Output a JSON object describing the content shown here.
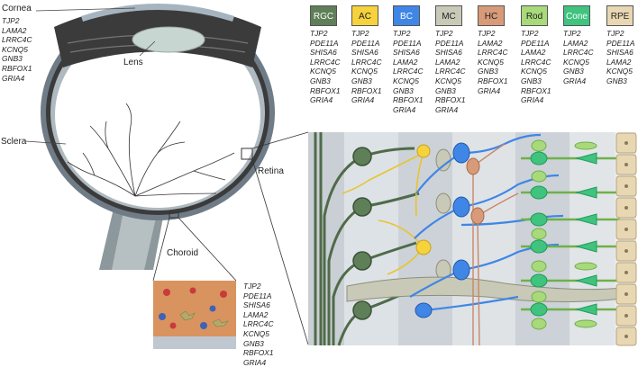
{
  "eye_labels": {
    "cornea": "Cornea",
    "lens": "Lens",
    "sclera": "Sclera",
    "retina": "Retina",
    "choroid": "Choroid"
  },
  "cornea_genes": [
    "TJP2",
    "LAMA2",
    "LRRC4C",
    "KCNQ5",
    "GNB3",
    "RBFOX1",
    "GRIA4"
  ],
  "choroid_genes": [
    "TJP2",
    "PDE11A",
    "SHISA6",
    "LAMA2",
    "LRRC4C",
    "KCNQ5",
    "GNB3",
    "RBFOX1",
    "GRIA4"
  ],
  "cell_types": [
    {
      "name": "RGC",
      "color": "#5e7f58",
      "text_color": "#ffffff",
      "genes": [
        "TJP2",
        "PDE11A",
        "SHISA6",
        "LRRC4C",
        "KCNQ5",
        "GNB3",
        "RBFOX1",
        "GRIA4"
      ]
    },
    {
      "name": "AC",
      "color": "#f6d23d",
      "text_color": "#222222",
      "genes": [
        "TJP2",
        "PDE11A",
        "SHISA6",
        "LRRC4C",
        "KCNQ5",
        "GNB3",
        "RBFOX1",
        "GRIA4"
      ]
    },
    {
      "name": "BC",
      "color": "#3f86e6",
      "text_color": "#ffffff",
      "genes": [
        "TJP2",
        "PDE11A",
        "SHISA6",
        "LAMA2",
        "LRRC4C",
        "KCNQ5",
        "GNB3",
        "RBFOX1",
        "GRIA4"
      ]
    },
    {
      "name": "MC",
      "color": "#c9c9b8",
      "text_color": "#222222",
      "genes": [
        "TJP2",
        "PDE11A",
        "SHISA6",
        "LAMA2",
        "LRRC4C",
        "KCNQ5",
        "GNB3",
        "RBFOX1",
        "GRIA4"
      ]
    },
    {
      "name": "HC",
      "color": "#d89a78",
      "text_color": "#222222",
      "genes": [
        "TJP2",
        "LAMA2",
        "LRRC4C",
        "KCNQ5",
        "GNB3",
        "RBFOX1",
        "GRIA4"
      ]
    },
    {
      "name": "Rod",
      "color": "#a8d97a",
      "text_color": "#222222",
      "genes": [
        "TJP2",
        "PDE11A",
        "LAMA2",
        "LRRC4C",
        "KCNQ5",
        "GNB3",
        "RBFOX1",
        "GRIA4"
      ]
    },
    {
      "name": "Cone",
      "color": "#3fc37f",
      "text_color": "#ffffff",
      "genes": [
        "TJP2",
        "LAMA2",
        "LRRC4C",
        "KCNQ5",
        "GNB3",
        "GRIA4"
      ]
    },
    {
      "name": "RPE",
      "color": "#e8d7b3",
      "text_color": "#222222",
      "genes": [
        "TJP2",
        "PDE11A",
        "SHISA6",
        "LAMA2",
        "KCNQ5",
        "GNB3"
      ]
    }
  ]
}
